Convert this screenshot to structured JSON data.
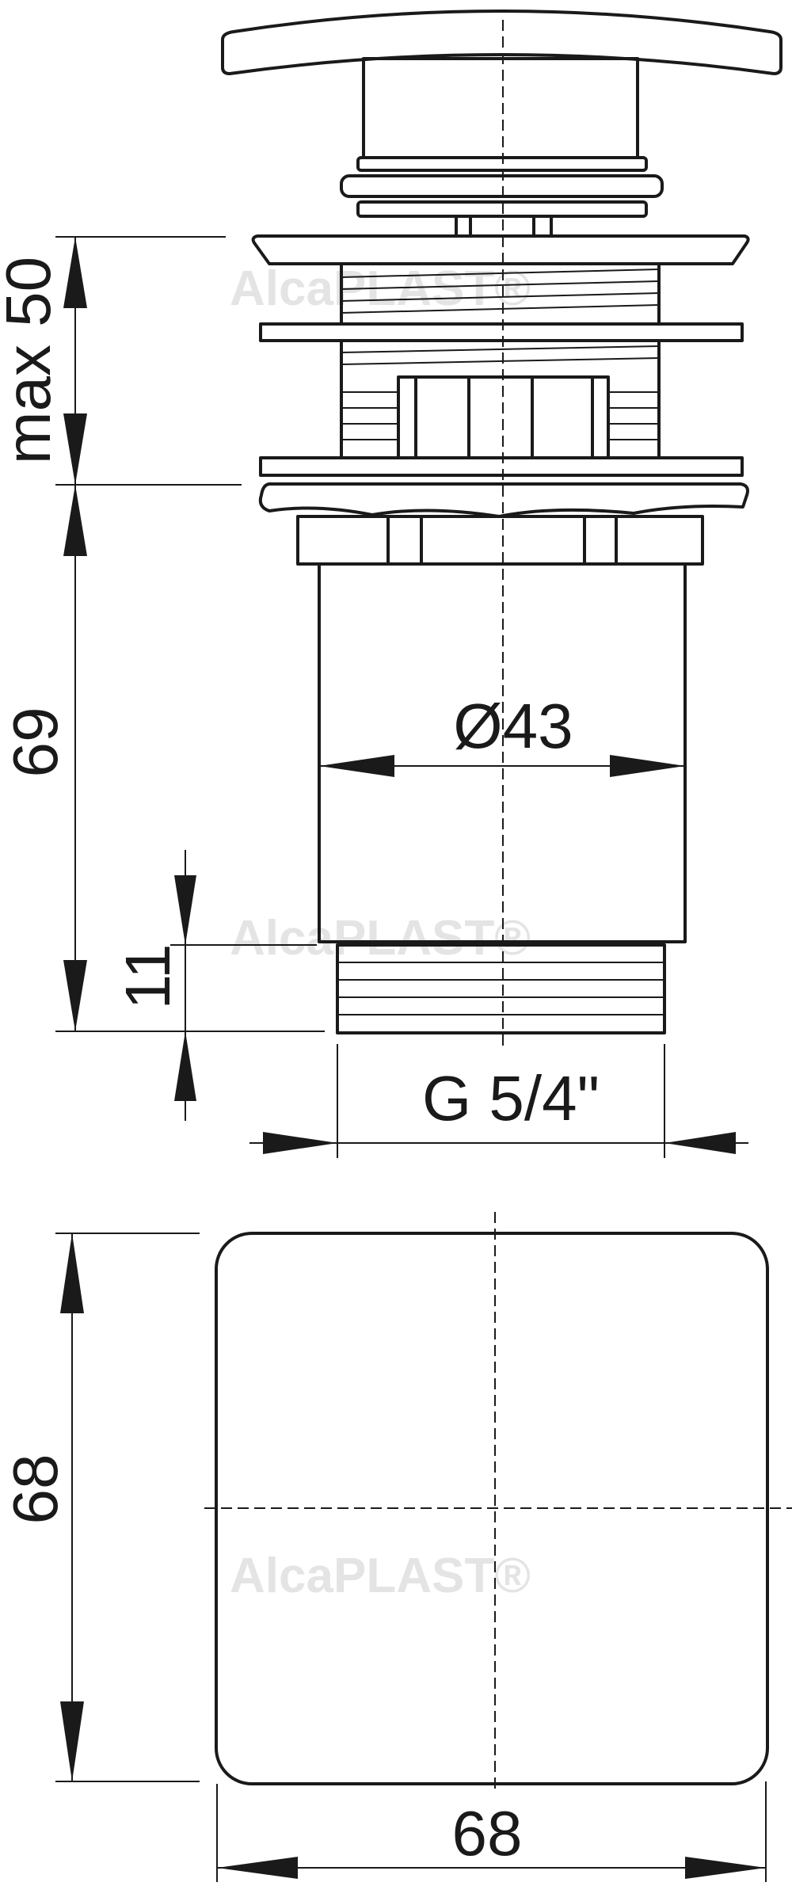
{
  "dimensions": {
    "flange_range": "max 50",
    "body_height": "69",
    "thread_length": "11",
    "body_diameter": "Ø43",
    "thread_size": "G 5/4\"",
    "cap_height": "68",
    "cap_width": "68"
  },
  "watermark": "AlcaPLAST",
  "colors": {
    "line": "#1a1a1a",
    "watermark": "#e4e4e4"
  }
}
